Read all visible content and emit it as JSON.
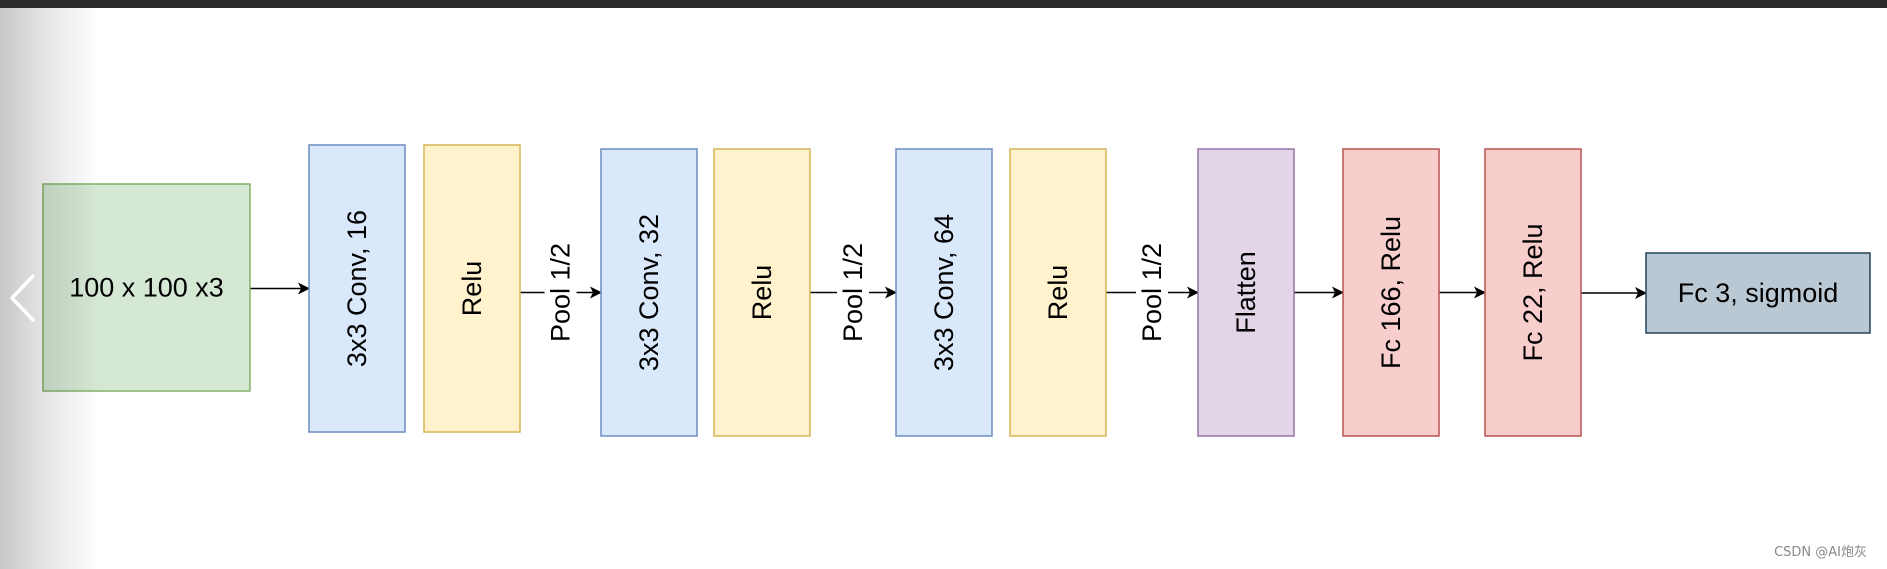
{
  "diagram": {
    "nodes": [
      {
        "id": "input",
        "label": "100 x 100 x3",
        "fill": "#d5e8d4",
        "stroke": "#82b366",
        "vertical": false
      },
      {
        "id": "conv16",
        "label": "3x3 Conv, 16",
        "fill": "#dae8fc",
        "stroke": "#6c8ebf",
        "vertical": true
      },
      {
        "id": "relu1",
        "label": "Relu",
        "fill": "#fff2cc",
        "stroke": "#d6b656",
        "vertical": true
      },
      {
        "id": "conv32",
        "label": "3x3 Conv, 32",
        "fill": "#dae8fc",
        "stroke": "#6c8ebf",
        "vertical": true
      },
      {
        "id": "relu2",
        "label": "Relu",
        "fill": "#fff2cc",
        "stroke": "#d6b656",
        "vertical": true
      },
      {
        "id": "conv64",
        "label": "3x3 Conv, 64",
        "fill": "#dae8fc",
        "stroke": "#6c8ebf",
        "vertical": true
      },
      {
        "id": "relu3",
        "label": "Relu",
        "fill": "#fff2cc",
        "stroke": "#d6b656",
        "vertical": true
      },
      {
        "id": "flatten",
        "label": "Flatten",
        "fill": "#e1d5e7",
        "stroke": "#9673a6",
        "vertical": true
      },
      {
        "id": "fc166",
        "label": "Fc 166, Relu",
        "fill": "#f8cecc",
        "stroke": "#b85450",
        "vertical": true
      },
      {
        "id": "fc22",
        "label": "Fc 22, Relu",
        "fill": "#f8cecc",
        "stroke": "#b85450",
        "vertical": true
      },
      {
        "id": "fc3",
        "label": "Fc 3, sigmoid",
        "fill": "#bac8d3",
        "stroke": "#23445d",
        "vertical": false
      }
    ],
    "edges": [
      {
        "from": "input",
        "to": "conv16",
        "label": ""
      },
      {
        "from": "relu1",
        "to": "conv32",
        "label": "Pool 1/2"
      },
      {
        "from": "relu2",
        "to": "conv64",
        "label": "Pool 1/2"
      },
      {
        "from": "relu3",
        "to": "flatten",
        "label": "Pool 1/2"
      },
      {
        "from": "flatten",
        "to": "fc166",
        "label": ""
      },
      {
        "from": "fc166",
        "to": "fc22",
        "label": ""
      },
      {
        "from": "fc22",
        "to": "fc3",
        "label": ""
      }
    ]
  },
  "navigation": {
    "prev_icon": "chevron-left-icon"
  },
  "watermark": "CSDN @AI炮灰"
}
